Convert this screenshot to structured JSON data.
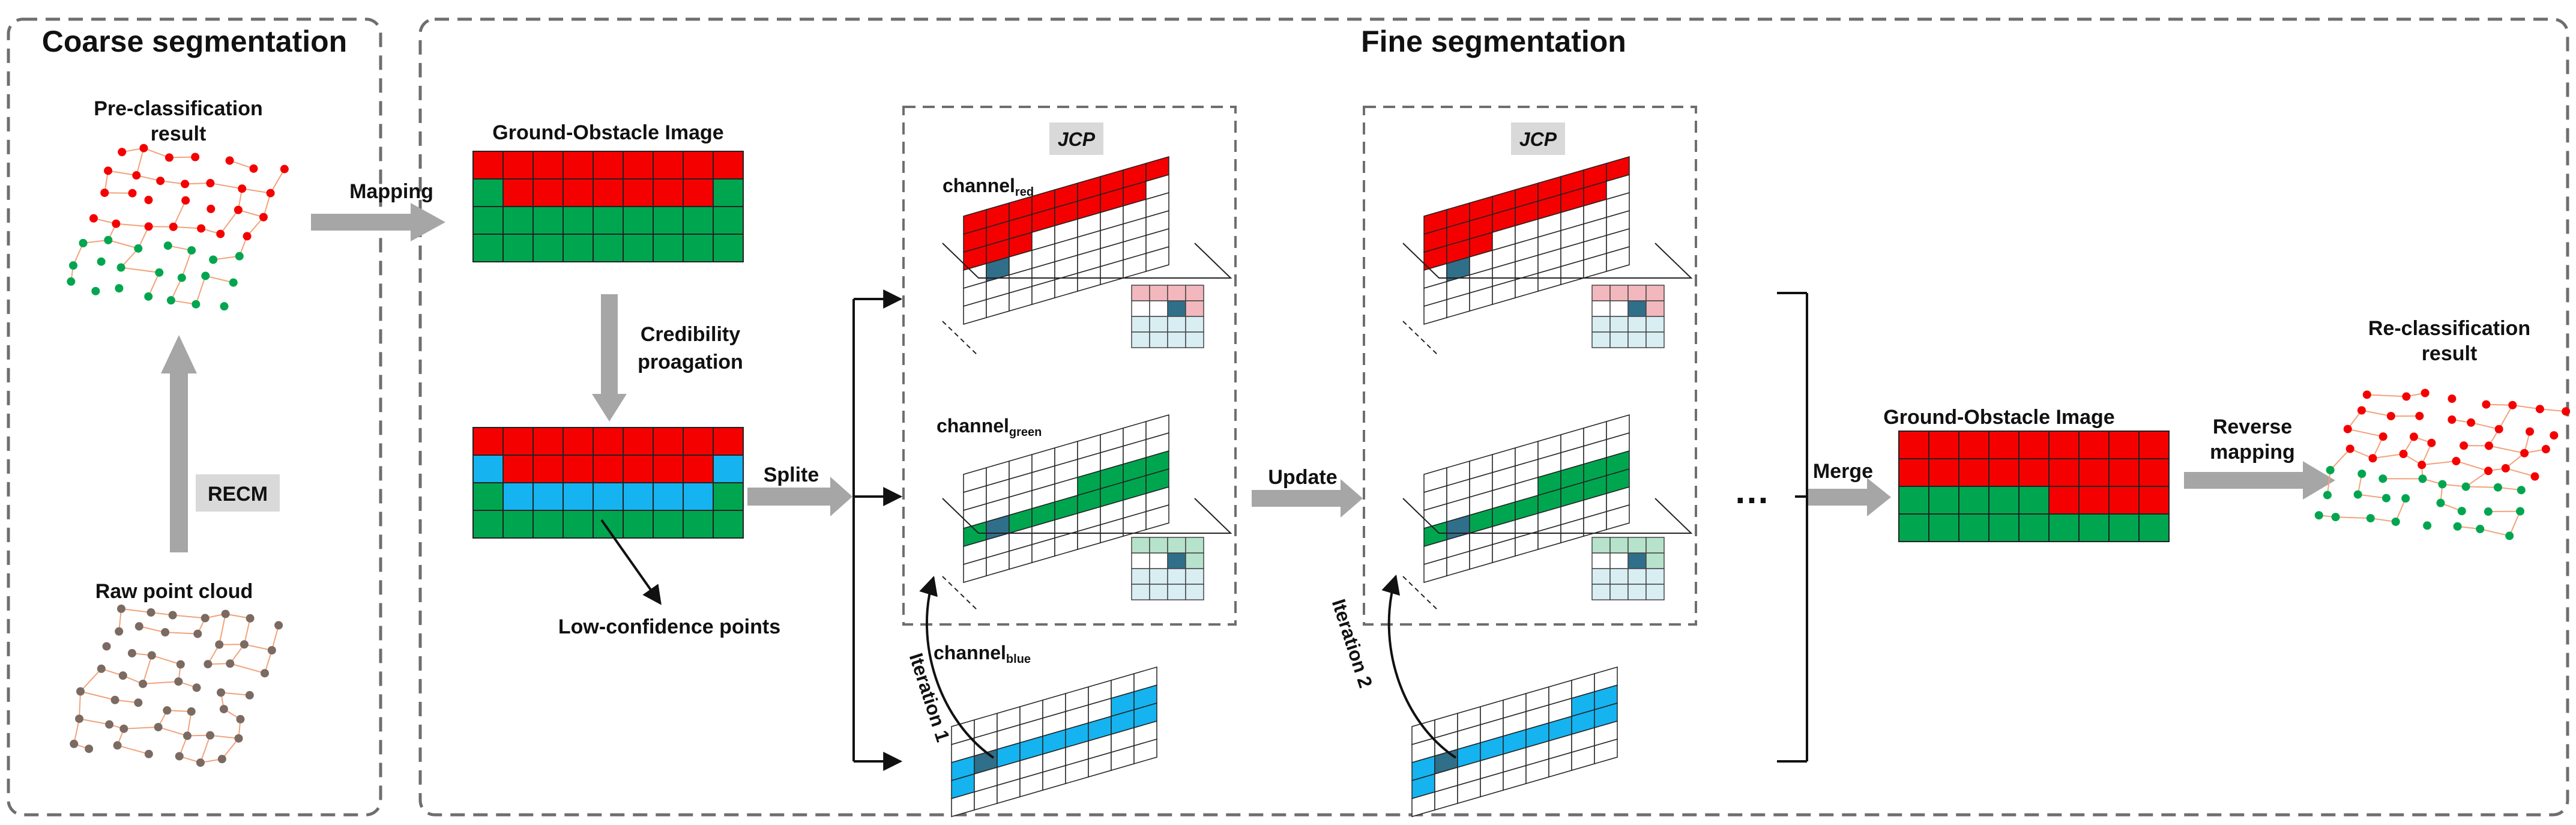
{
  "sections": {
    "coarse_title": "Coarse segmentation",
    "fine_title": "Fine segmentation"
  },
  "labels": {
    "pre_classification_1": "Pre-classification",
    "pre_classification_2": "result",
    "recm": "RECM",
    "raw_point_cloud": "Raw point cloud",
    "mapping": "Mapping",
    "ground_obstacle_image": "Ground-Obstacle Image",
    "credibility_1": "Credibility",
    "credibility_2": "proagation",
    "low_confidence_points": "Low-confidence points",
    "splite": "Splite",
    "jcp": "JCP",
    "channel_prefix": "channel",
    "sub_red": "red",
    "sub_green": "green",
    "sub_blue": "blue",
    "iteration_1": "Iteration 1",
    "iteration_2": "Iteration 2",
    "update": "Update",
    "ellipsis": "…",
    "merge": "Merge",
    "ground_obstacle_image_2": "Ground-Obstacle Image",
    "reverse_1": "Reverse",
    "reverse_2": "mapping",
    "re_classification_1": "Re-classification",
    "re_classification_2": "result"
  },
  "colors": {
    "red": "#f40000",
    "green": "#00a64f",
    "blue": "#15b3ef",
    "dark_cell": "#2f6f8a",
    "pink": "#f2b8bd",
    "mint": "#b7e2cc",
    "pale_blue": "#d8eef3",
    "point_gray": "#7a6a62",
    "edge_orange": "#f2a27a",
    "arrow_gray": "#a6a6a6",
    "box_dash": "#6e6e6e",
    "label_box": "#d9d9d9"
  }
}
